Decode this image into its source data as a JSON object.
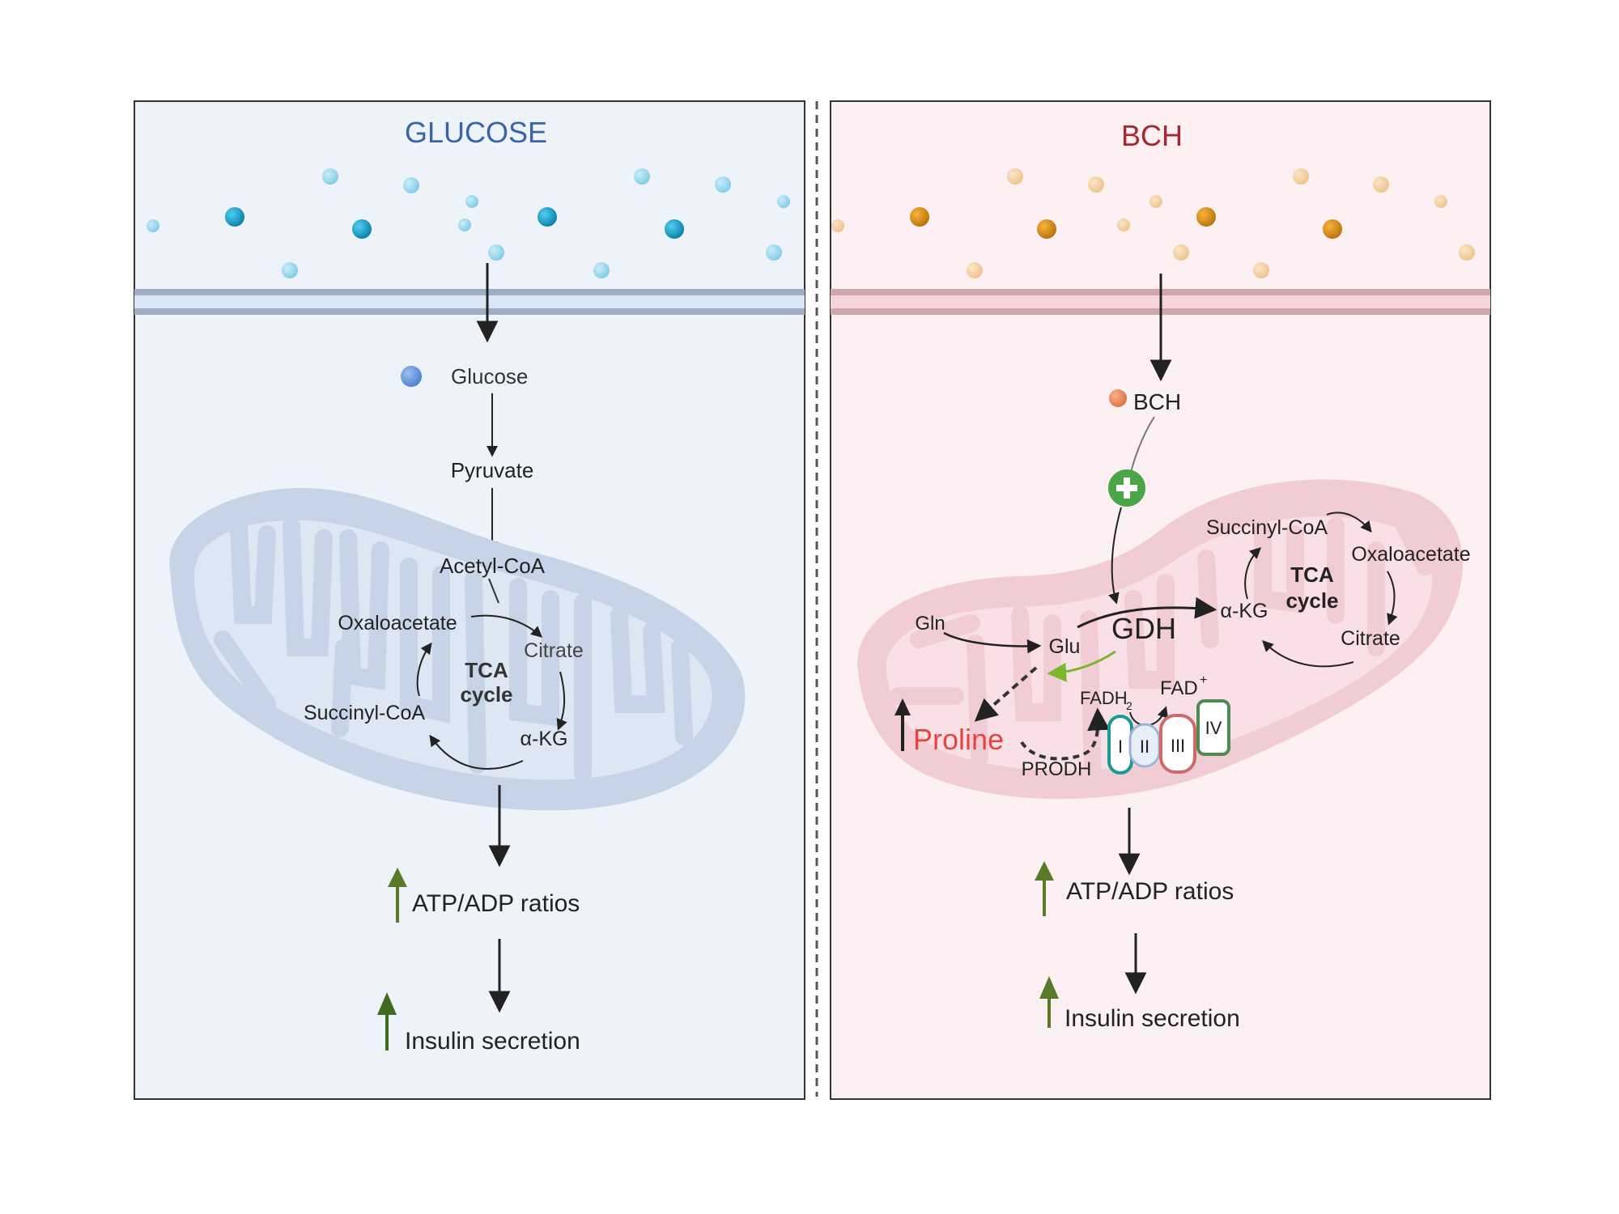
{
  "left_panel": {
    "title": "GLUCOSE",
    "labels": {
      "glucose": "Glucose",
      "pyruvate": "Pyruvate",
      "acetyl_coa": "Acetyl-CoA",
      "oxaloacetate": "Oxaloacetate",
      "citrate": "Citrate",
      "tca_1": "TCA",
      "tca_2": "cycle",
      "succinyl_coa": "Succinyl-CoA",
      "akg": "α-KG"
    },
    "outcomes": {
      "atp": "ATP/ADP ratios",
      "insulin": "Insulin secretion"
    }
  },
  "right_panel": {
    "title": "BCH",
    "labels": {
      "bch": "BCH",
      "gln": "Gln",
      "glu": "Glu",
      "gdh": "GDH",
      "akg": "α-KG",
      "succinyl_coa": "Succinyl-CoA",
      "oxaloacetate": "Oxaloacetate",
      "tca_1": "TCA",
      "tca_2": "cycle",
      "citrate": "Citrate",
      "fadh": "FADH",
      "fadh_sub": "2",
      "fad": "FAD",
      "fad_sup": "+",
      "proline": "Proline",
      "prodh": "PRODH",
      "complex_1": "I",
      "complex_2": "II",
      "complex_3": "III",
      "complex_4": "IV"
    },
    "outcomes": {
      "atp": "ATP/ADP ratios",
      "insulin": "Insulin secretion"
    }
  },
  "colors": {
    "left_bg": "#eef3fa",
    "right_bg": "#fcf0f3",
    "glucose_title": "#3a64a8",
    "bch_title": "#a3282f",
    "proline": "#e8443f",
    "up_arrow": "#5a7a2a",
    "activation": "#4aa548",
    "green_arrow": "#7ab82a"
  }
}
